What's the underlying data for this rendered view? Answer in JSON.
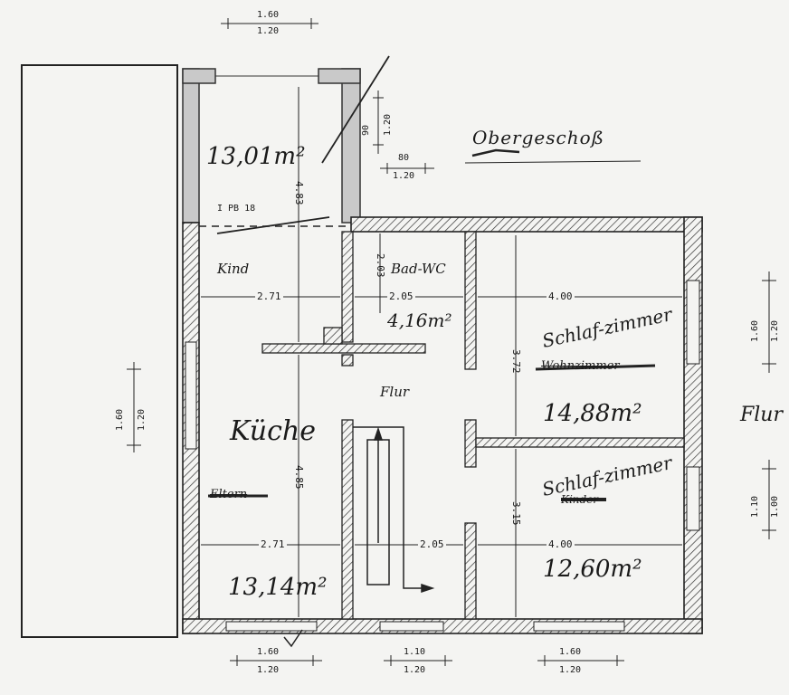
{
  "title": "Obergeschoß",
  "level_label": "I PB 18",
  "rooms": [
    {
      "id": "kind",
      "name": "Kind",
      "area": "13,01m²"
    },
    {
      "id": "bad",
      "name": "Bad-WC",
      "area": "4,16m²"
    },
    {
      "id": "schlaf1",
      "name": "Schlaf-zimmer",
      "struck": "Wohnzimmer",
      "area": "14,88m²"
    },
    {
      "id": "kueche",
      "name": "Küche",
      "struck": "Eltern",
      "area": "13,14m²"
    },
    {
      "id": "flur",
      "name": "Flur",
      "area": ""
    },
    {
      "id": "schlaf2",
      "name": "Schlaf-zimmer",
      "struck": "Kinder",
      "area": "12,60m²"
    }
  ],
  "dimensions": {
    "kind_width": "2.71",
    "kind_height": "4.83",
    "bad_width": "2.05",
    "bad_height": "2.03",
    "schlaf1_width": "4.00",
    "schlaf1_height": "3.72",
    "kueche_width": "2.71",
    "kueche_height": "4.85",
    "flur_width": "2.05",
    "schlaf2_width": "4.00",
    "schlaf2_height": "3.15"
  },
  "openings": {
    "top": {
      "a": "1.60",
      "b": "1.20"
    },
    "kind_right": {
      "a": "90",
      "b": "1.20"
    },
    "door_small": {
      "a": "80",
      "b": "1.20"
    },
    "left": {
      "a": "1.60",
      "b": "1.20"
    },
    "right_upper": {
      "a": "1.60",
      "b": "1.20"
    },
    "right_lower": {
      "a": "1.10",
      "b": "1.00"
    },
    "bottom_left": {
      "a": "1.60",
      "b": "1.20"
    },
    "bottom_mid": {
      "a": "1.10",
      "b": "1.20"
    },
    "bottom_right": {
      "a": "1.60",
      "b": "1.20"
    }
  },
  "margin_notes": {
    "right": "Flur"
  }
}
